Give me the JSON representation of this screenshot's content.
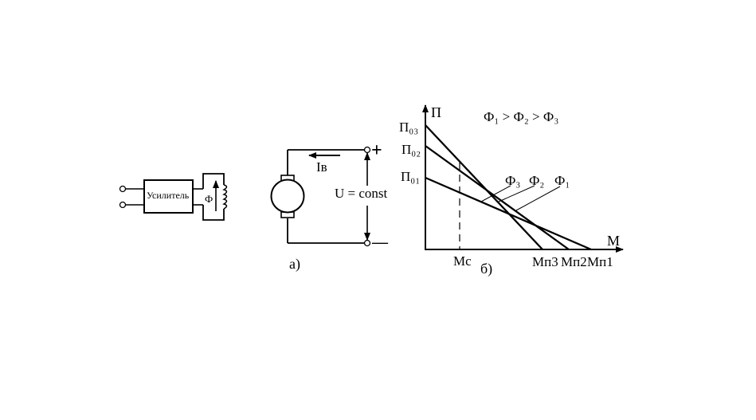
{
  "left_diagram": {
    "amplifier_label": "Усилитель",
    "flux_label": "Ф"
  },
  "circuit_a": {
    "current_label": "Iв",
    "voltage_label": "U = const",
    "plus": "+",
    "minus": "—",
    "caption": "а)"
  },
  "chart_b": {
    "axis_y_label": "П",
    "axis_x_label": "М",
    "relation": "Ф₁ > Ф₂ > Ф₃",
    "y_ticks": [
      "П₀₃",
      "П₀₂",
      "П₀₁"
    ],
    "x_ticks": [
      "Мс",
      "Мп3",
      "Мп2",
      "Мп1"
    ],
    "line_labels": [
      "Ф₃",
      "Ф₂",
      "Ф₁"
    ],
    "caption": "б)"
  },
  "chart_data": {
    "type": "line",
    "title": "",
    "xlabel": "М",
    "ylabel": "П",
    "series": [
      {
        "name": "Ф₃",
        "x": [
          "0",
          "Мп3"
        ],
        "y": [
          "П₀₃",
          "0"
        ]
      },
      {
        "name": "Ф₂",
        "x": [
          "0",
          "Мп2"
        ],
        "y": [
          "П₀₂",
          "0"
        ]
      },
      {
        "name": "Ф₁",
        "x": [
          "0",
          "Мп1"
        ],
        "y": [
          "П₀₁",
          "0"
        ]
      }
    ],
    "markers": [
      {
        "label": "Мс",
        "style": "dashed-vertical"
      }
    ],
    "annotation": "Ф₁ > Ф₂ > Ф₃"
  }
}
